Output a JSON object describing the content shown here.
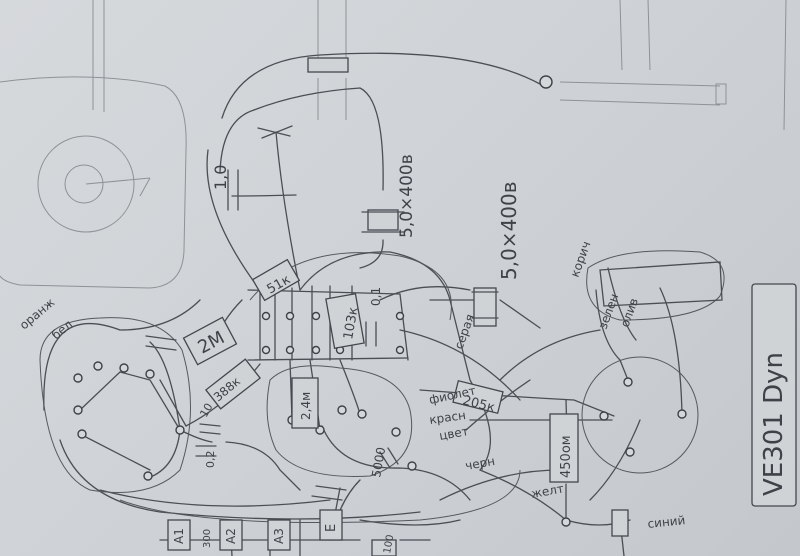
{
  "labels": {
    "cap_1_0": "1,0",
    "cap_5_0_top": "5,0×400в",
    "cap_5_0_mid": "5,0×400в",
    "res_51k": "51к",
    "res_2m": "2М",
    "res_388k": "388к",
    "res_103k": "103к",
    "cap_0_1": "0,1",
    "res_24m": "2,4м",
    "res_205k": "205к",
    "res_450": "450ом",
    "lamp_model": "VE301 Dyn",
    "wire_korich": "корич",
    "wire_zelen": "зелен",
    "wire_oliv": "олив",
    "wire_seraya": "серая",
    "wire_fiolet": "фиолет",
    "wire_krasn": "красн",
    "wire_chern": "черн",
    "wire_tsvet": "цвет",
    "wire_zhelt": "желт",
    "wire_sinii": "синий",
    "wire_bel": "бел",
    "wire_oranzh": "оранж",
    "val_5000": "5000",
    "cap_0_2": "0,2",
    "cap_10": "10",
    "term_a1": "A1",
    "term_a2": "A2",
    "term_a3": "A3",
    "term_e": "E",
    "val_300": "300",
    "val_100": "100"
  }
}
